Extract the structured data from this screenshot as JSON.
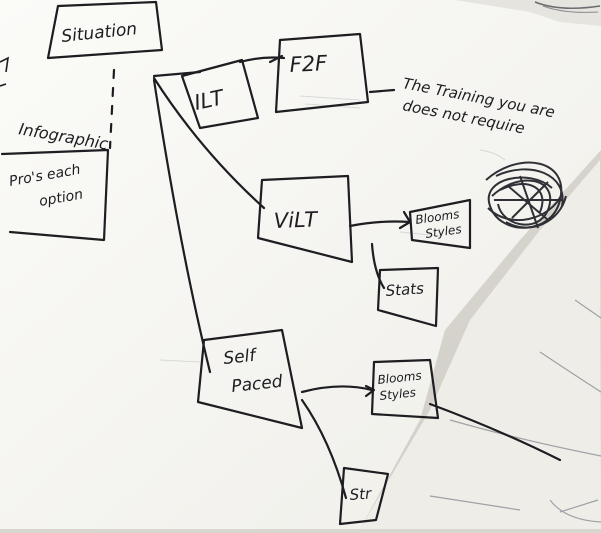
{
  "diagram": {
    "nodes": {
      "situation": "Situation",
      "ilt": "ILT",
      "f2f": "F2F",
      "vilt": "ViLT",
      "self_paced_line1": "Self",
      "self_paced_line2": "Paced",
      "blooms_styles_1_line1": "Blooms",
      "blooms_styles_1_line2": "Styles",
      "stats_1": "Stats",
      "blooms_styles_2_line1": "Blooms",
      "blooms_styles_2_line2": "Styles",
      "stats_2_partial": "Str"
    },
    "annotations": {
      "infographic": "Infographic",
      "pros_line1": "Pro's each",
      "pros_line2": "option",
      "training_line1": "The Training you are",
      "training_line2": "does not require"
    }
  },
  "colors": {
    "ink": "#1d1d22",
    "paper": "#f7f7f3",
    "scribble": "#25262c"
  }
}
